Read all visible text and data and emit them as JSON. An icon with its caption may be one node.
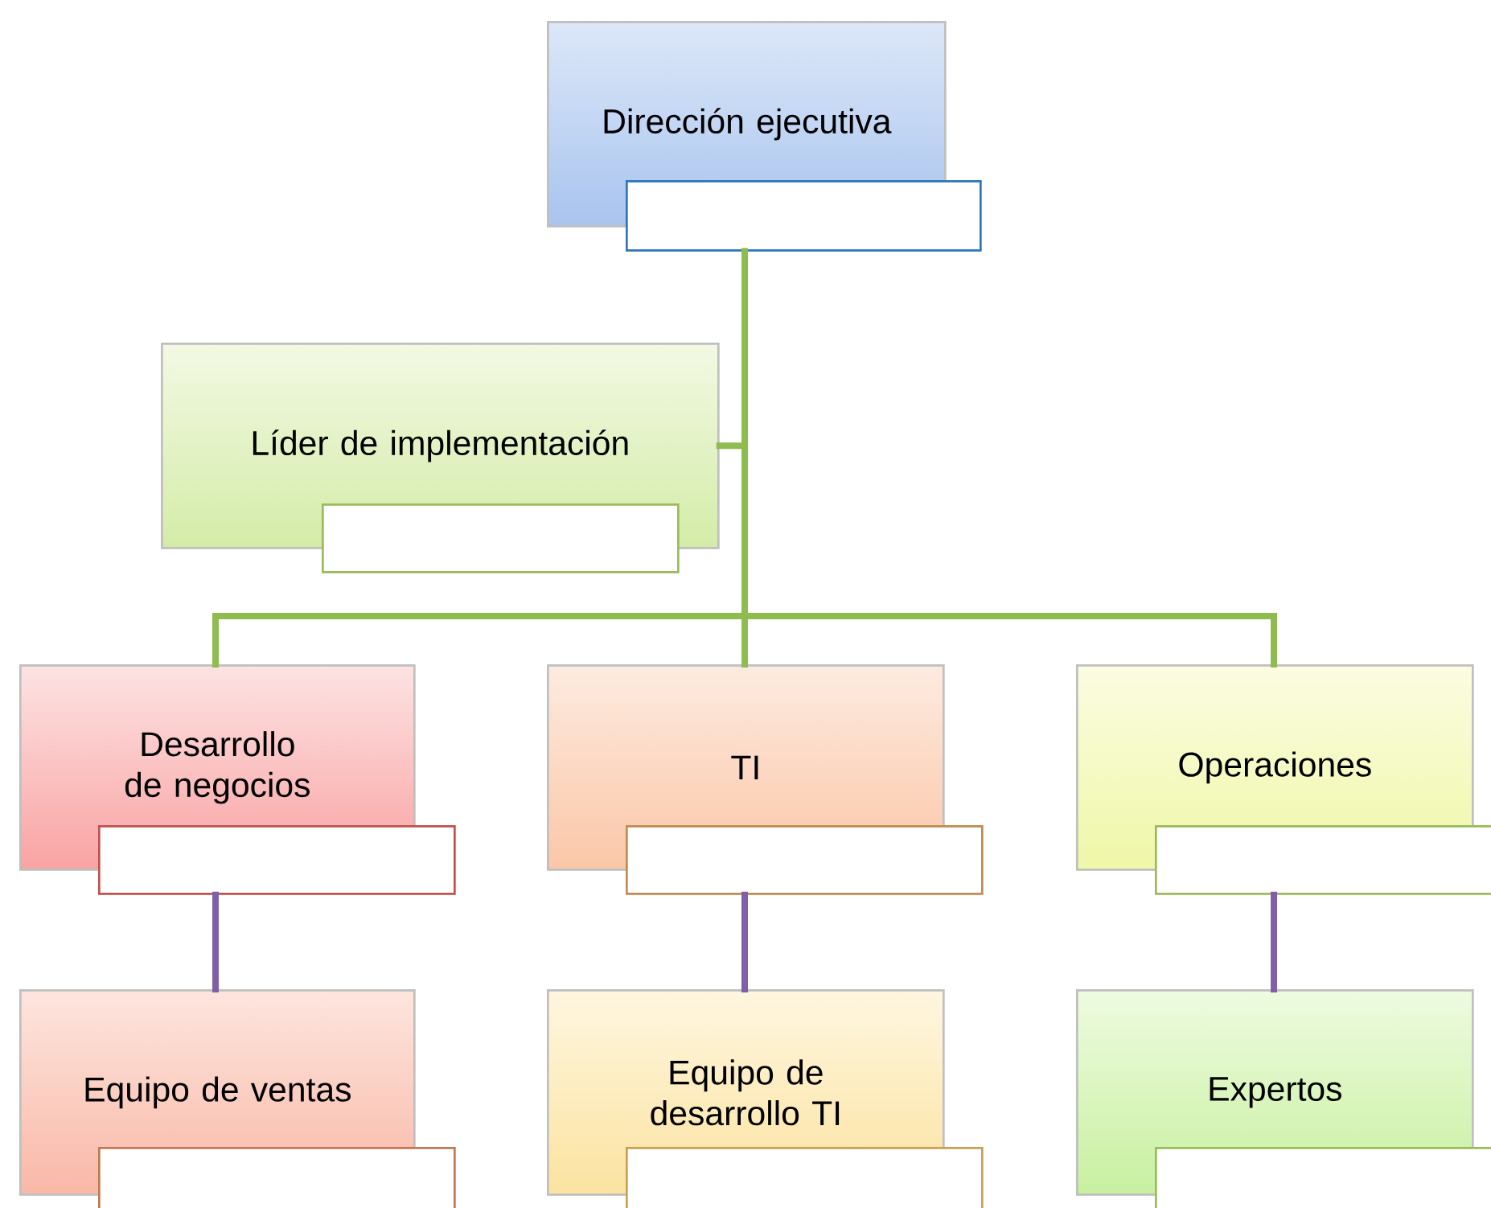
{
  "diagram": {
    "nodes": [
      {
        "text": [
          "Dirección ejecutiva"
        ]
      },
      {
        "text": [],
        "shape": "box"
      },
      {
        "text": [
          "Líder de implementación"
        ]
      },
      {
        "text": [],
        "shape": "box"
      },
      {
        "text": [
          "Desarrollo de negocios"
        ]
      },
      {
        "text": [],
        "shape": "box"
      },
      {
        "text": [
          "TI"
        ]
      },
      {
        "text": [],
        "shape": "box"
      },
      {
        "text": [
          "Operaciones"
        ]
      },
      {
        "text": [],
        "shape": "box"
      },
      {
        "text": [
          "Equipo de ventas"
        ]
      },
      {
        "text": [],
        "shape": "box"
      },
      {
        "text": [
          "Equipo de desarrollo TI"
        ]
      },
      {
        "text": [],
        "shape": "box"
      },
      {
        "text": [
          "Expertos"
        ]
      },
      {
        "text": [],
        "shape": "box"
      }
    ],
    "edges": [
      {
        "from": 1,
        "to": 2,
        "arrow": "none",
        "color": "#8fbc4f"
      },
      {
        "from": 1,
        "to": 4,
        "arrow": "none",
        "color": "#8fbc4f"
      },
      {
        "from": 1,
        "to": 6,
        "arrow": "none",
        "color": "#8fbc4f"
      },
      {
        "from": 1,
        "to": 8,
        "arrow": "none",
        "color": "#8fbc4f"
      },
      {
        "from": 5,
        "to": 10,
        "arrow": "none",
        "color": "#7f60a8"
      },
      {
        "from": 7,
        "to": 12,
        "arrow": "none",
        "color": "#7f60a8"
      },
      {
        "from": 9,
        "to": 14,
        "arrow": "none",
        "color": "#7f60a8"
      }
    ]
  }
}
